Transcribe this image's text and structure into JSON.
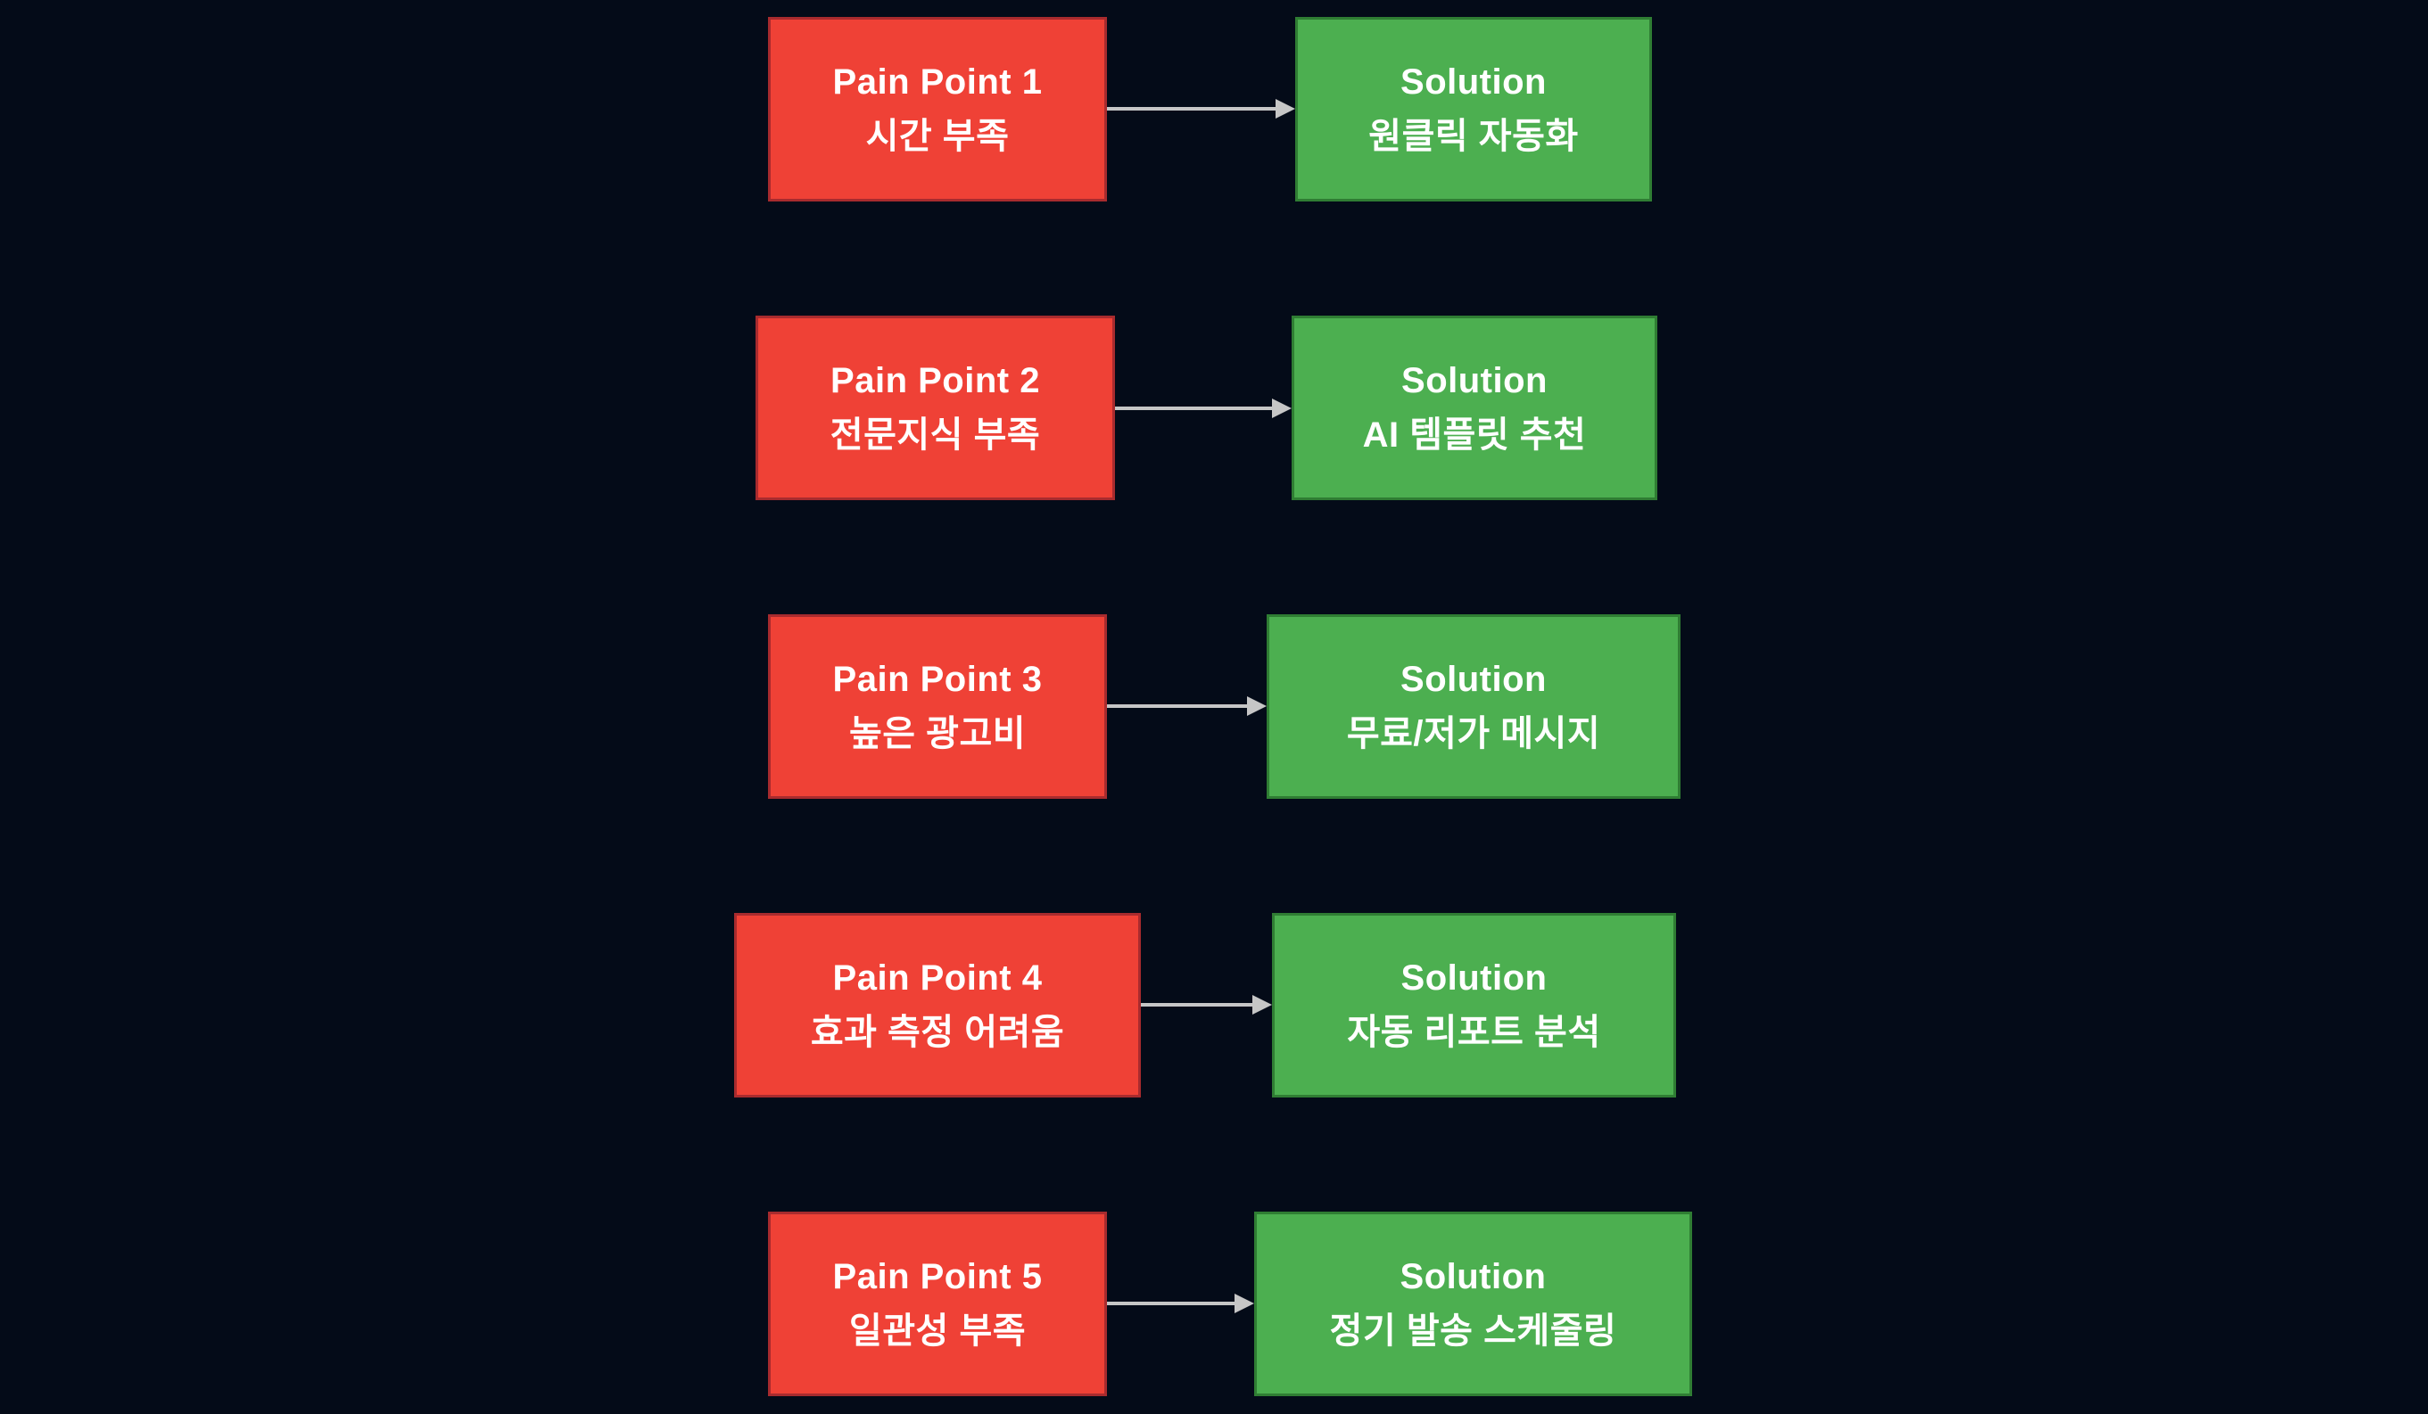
{
  "diagram": {
    "rows": [
      {
        "pain": {
          "title": "Pain Point 1",
          "subtitle": "시간 부족"
        },
        "solution": {
          "title": "Solution",
          "subtitle": "원클릭 자동화"
        }
      },
      {
        "pain": {
          "title": "Pain Point 2",
          "subtitle": "전문지식 부족"
        },
        "solution": {
          "title": "Solution",
          "subtitle": "AI 템플릿 추천"
        }
      },
      {
        "pain": {
          "title": "Pain Point 3",
          "subtitle": "높은 광고비"
        },
        "solution": {
          "title": "Solution",
          "subtitle": "무료/저가 메시지"
        }
      },
      {
        "pain": {
          "title": "Pain Point 4",
          "subtitle": "효과 측정 어려움"
        },
        "solution": {
          "title": "Solution",
          "subtitle": "자동 리포트 분석"
        }
      },
      {
        "pain": {
          "title": "Pain Point 5",
          "subtitle": "일관성 부족"
        },
        "solution": {
          "title": "Solution",
          "subtitle": "정기 발송 스케줄링"
        }
      }
    ]
  },
  "colors": {
    "background": "#040B18",
    "pain_fill": "#EF4136",
    "pain_border": "#A82B2E",
    "solution_fill": "#4CAF50",
    "solution_border": "#2F7D33",
    "arrow": "#C6C6C6",
    "text": "#FFFFFF"
  }
}
